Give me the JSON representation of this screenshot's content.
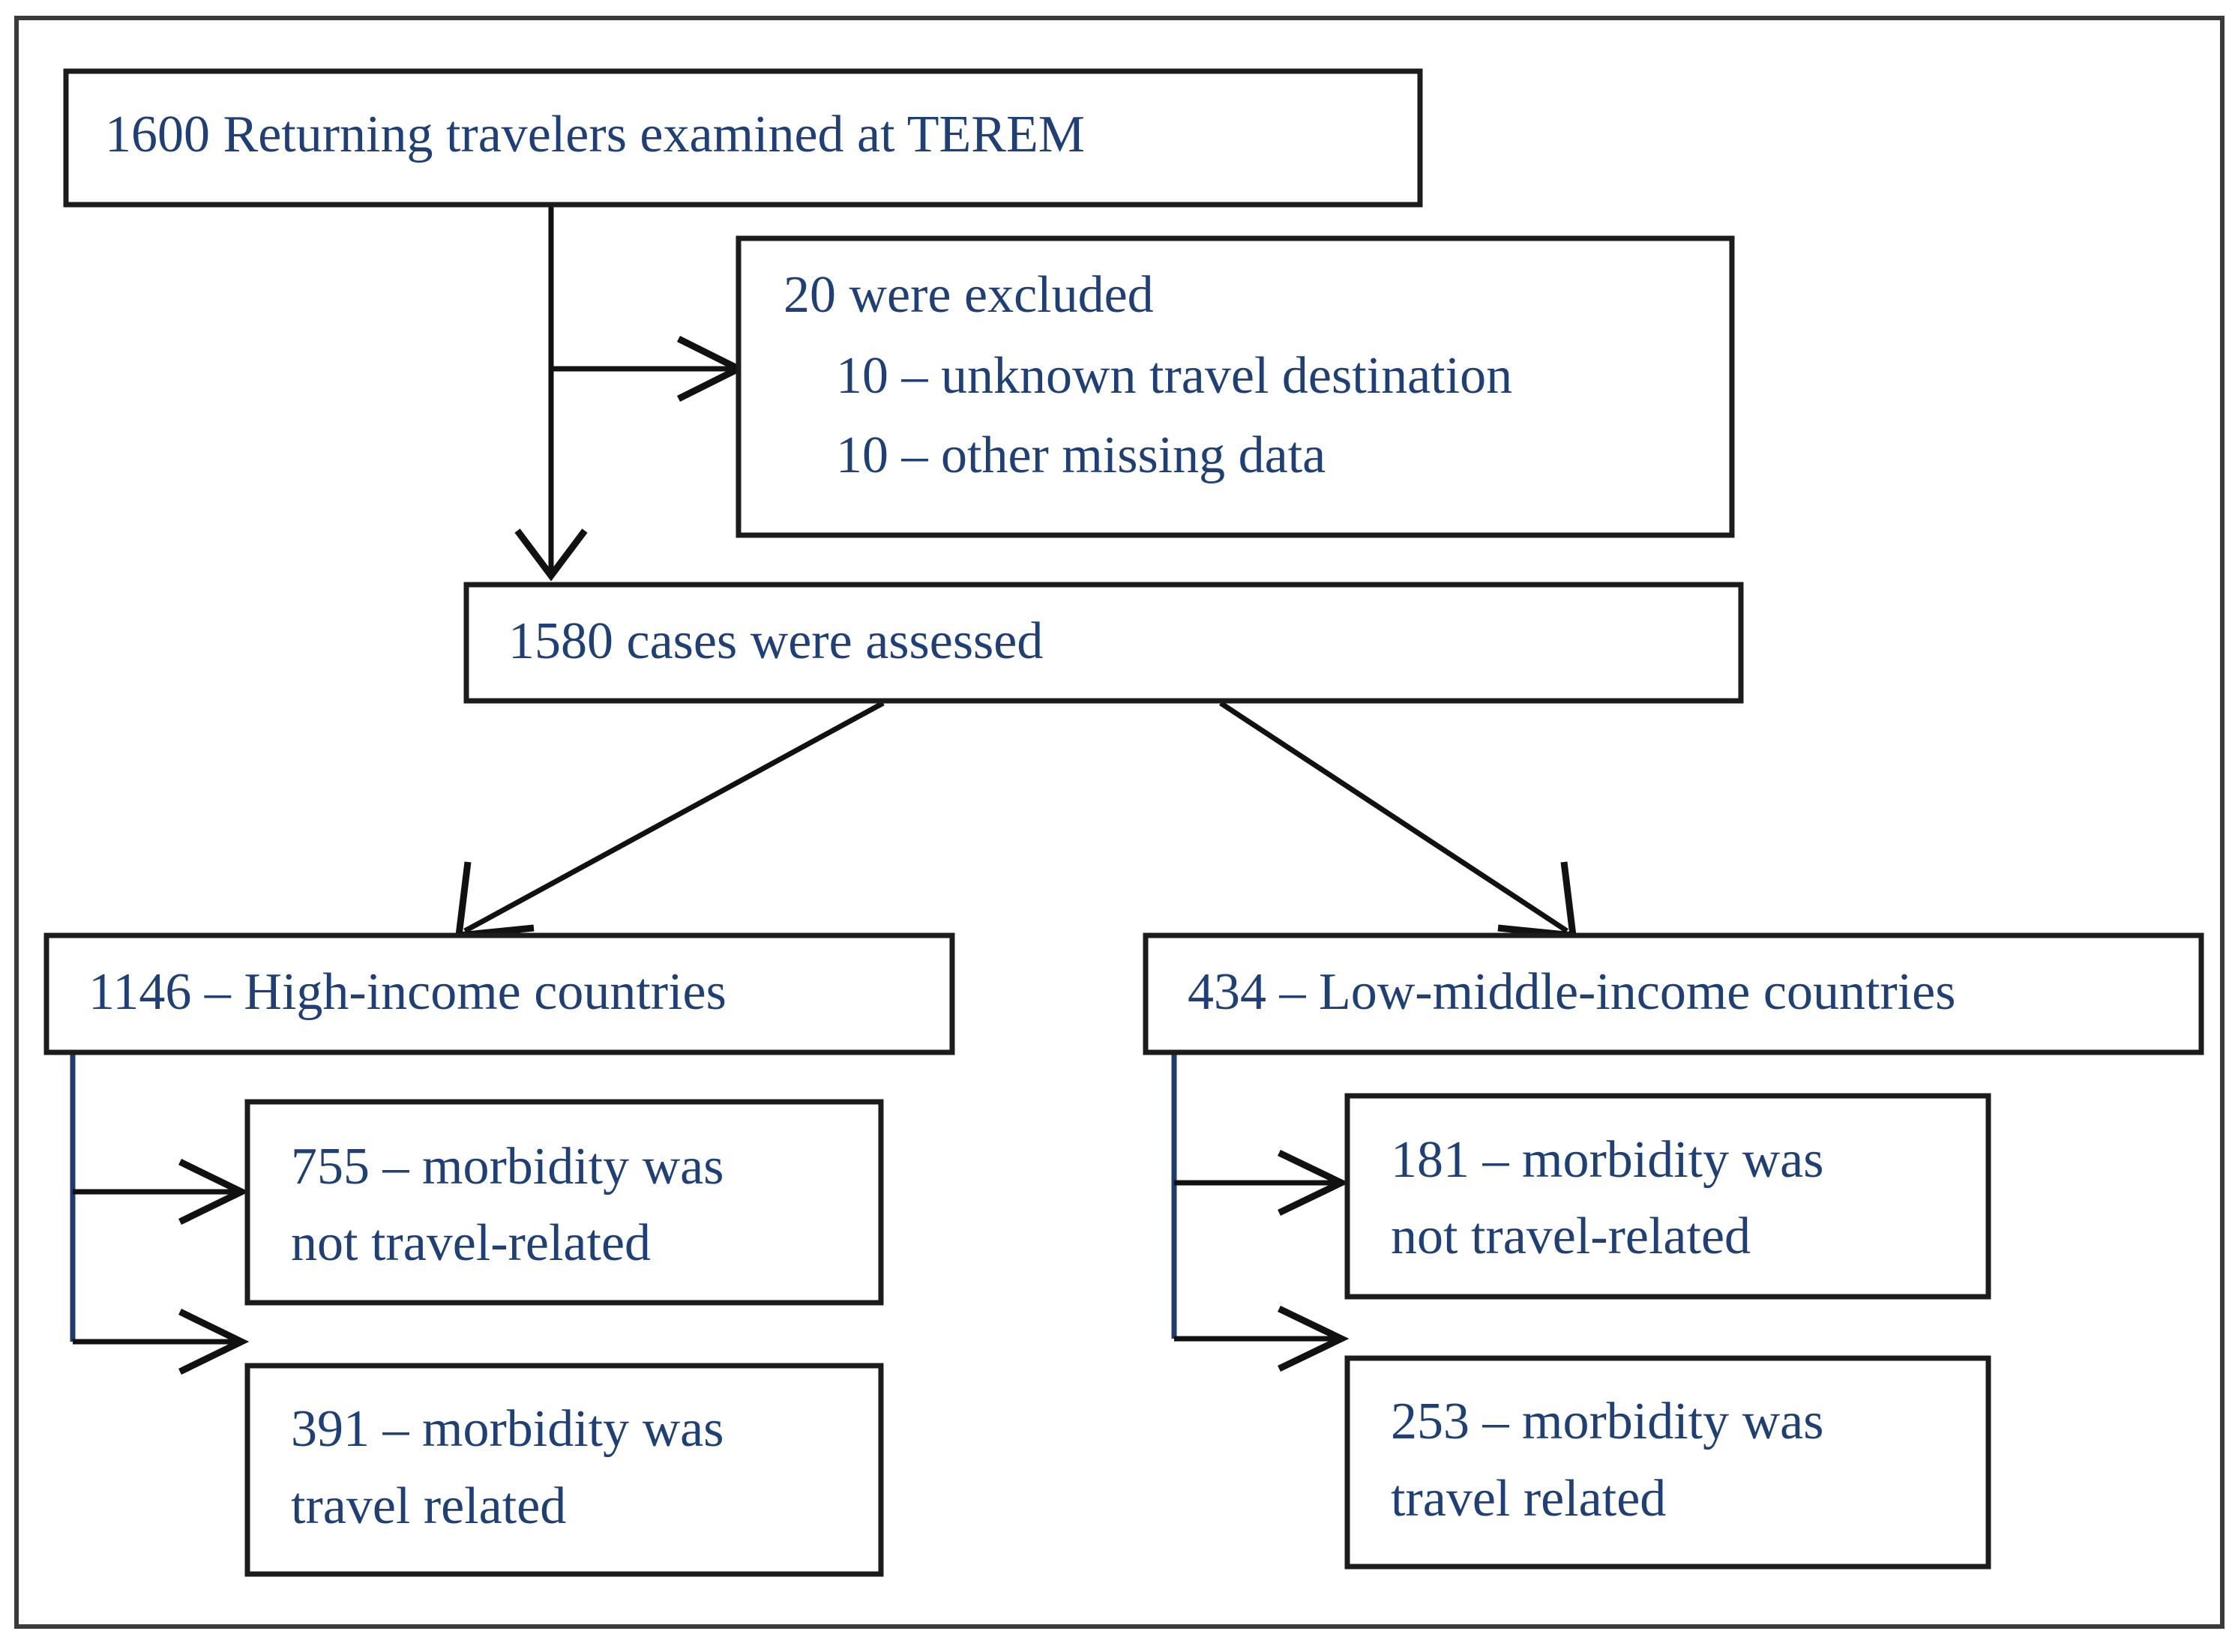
{
  "diagram": {
    "type": "flowchart",
    "title": "Study flow of returning travelers examined at TEREM",
    "text_color": "#1f3f77",
    "line_color_black": "#111111",
    "line_color_navy": "#1f3c6e",
    "frame_color": "#3a3a3a",
    "background": "#ffffff"
  },
  "nodes": {
    "enrolled": {
      "id": "enrolled",
      "lines": [
        "1600 Returning travelers examined at TEREM"
      ],
      "count": 1600
    },
    "excluded": {
      "id": "excluded",
      "lines": [
        "20 were excluded",
        "    10 – unknown travel destination",
        "    10 – other missing data"
      ],
      "count": 20,
      "reasons": [
        {
          "count": 10,
          "reason": "unknown travel destination"
        },
        {
          "count": 10,
          "reason": "other missing data"
        }
      ]
    },
    "assessed": {
      "id": "assessed",
      "lines": [
        "1580 cases were assessed"
      ],
      "count": 1580
    },
    "high_income": {
      "id": "high-income",
      "lines": [
        "1146 – High-income countries"
      ],
      "count": 1146
    },
    "low_middle_income": {
      "id": "low-middle-income",
      "lines": [
        "434 – Low-middle-income countries"
      ],
      "count": 434
    },
    "hi_not_related": {
      "id": "high-income-not-travel-related",
      "lines": [
        "755 – morbidity was",
        "not travel-related"
      ],
      "count": 755
    },
    "hi_related": {
      "id": "high-income-travel-related",
      "lines": [
        "391 – morbidity was",
        "travel related"
      ],
      "count": 391
    },
    "lmi_not_related": {
      "id": "low-middle-income-not-travel-related",
      "lines": [
        "181 – morbidity was",
        "not travel-related"
      ],
      "count": 181
    },
    "lmi_related": {
      "id": "low-middle-income-travel-related",
      "lines": [
        "253 – morbidity was",
        "travel related"
      ],
      "count": 253
    }
  },
  "edges": [
    {
      "from": "enrolled",
      "to": "excluded",
      "style": "elbow-right",
      "arrow": true
    },
    {
      "from": "enrolled",
      "to": "assessed",
      "style": "vertical",
      "arrow": true
    },
    {
      "from": "assessed",
      "to": "high_income",
      "style": "diagonal-left",
      "arrow": true
    },
    {
      "from": "assessed",
      "to": "low_middle_income",
      "style": "diagonal-right",
      "arrow": true
    },
    {
      "from": "high_income",
      "to": "hi_not_related",
      "style": "spine-right",
      "arrow": true
    },
    {
      "from": "high_income",
      "to": "hi_related",
      "style": "spine-right",
      "arrow": true
    },
    {
      "from": "low_middle_income",
      "to": "lmi_not_related",
      "style": "spine-right",
      "arrow": true
    },
    {
      "from": "low_middle_income",
      "to": "lmi_related",
      "style": "spine-right",
      "arrow": true
    }
  ]
}
